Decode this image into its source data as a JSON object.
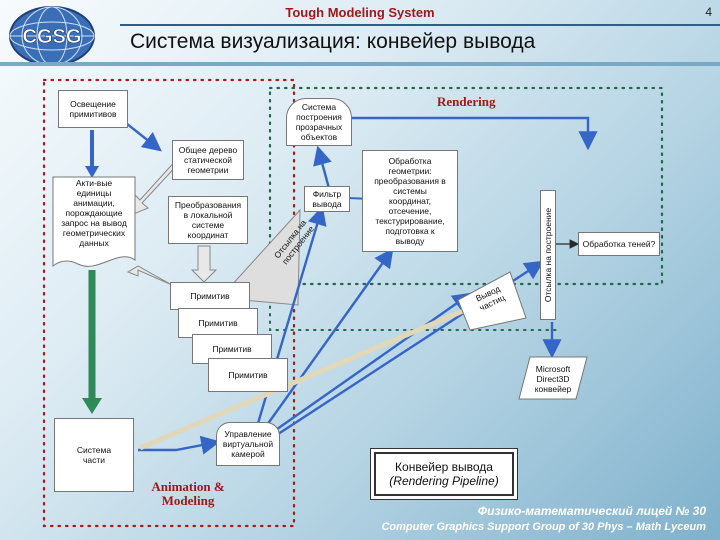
{
  "header": {
    "title": "Tough Modeling System",
    "slide_number": "4"
  },
  "logo": {
    "text": "CGSG"
  },
  "main_title": "Система визуализация: конвейер вывода",
  "region_labels": {
    "rendering": "Rendering",
    "animation": "Animation &\nModeling"
  },
  "left_column": {
    "lighting": "Освещение\nпримитивов",
    "active_units": "Акти-вые\nединицы\nанимации,\nпорождающие\nзапрос на вывод\nгеометрических\nданных",
    "part_system": "Система\nчасти"
  },
  "middle_column": {
    "static_tree": "Общее дерево\nстатической\nгеометрии",
    "local_transform": "Преобразования\nв локальной\nсистеме\nкоординат",
    "primitives": [
      "Примитив",
      "Примитив",
      "Примитив",
      "Примитив"
    ],
    "camera": "Управление\nвиртуальной\nкамерой"
  },
  "rendering_column": {
    "transparent": "Система\nпостроения\nпрозрачных\nобъектов",
    "filter": "Фильтр\nвывода",
    "send_build": "Отсылка на\nпостроение",
    "geometry": "Обработка\nгеометрии:\nпреобразования в\nсистемы\nкоординат,\nотсечение,\nтекстурирование,\nподготовка к\nвыводу",
    "send_build_vertical": "Отсылка на построение",
    "shadows": "Обработка теней?",
    "output_part": "Вывод\nчастиц",
    "direct3d": "Microsoft\nDirect3D\nконвейер"
  },
  "pipeline_box": {
    "line1": "Конвейер вывода",
    "line2": "(Rendering Pipeline)"
  },
  "footer": {
    "line1": "Физико-математический лицей № 30",
    "line2": "Computer Graphics Support Group of 30 Phys – Math Lyceum"
  }
}
